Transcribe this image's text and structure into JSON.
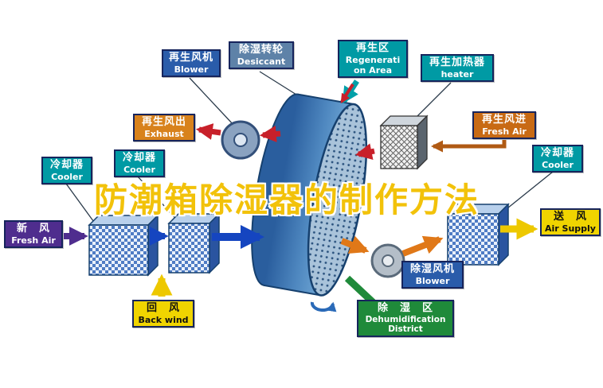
{
  "title": "防潮箱除湿器的制作方法",
  "labels": {
    "regen_blower": {
      "zh": "再生风机",
      "en": "Blower"
    },
    "desiccant": {
      "zh": "除湿转轮",
      "en": "Desiccant"
    },
    "regen_area": {
      "zh": "再生区",
      "en1": "Regenerati",
      "en2": "on Area"
    },
    "heater": {
      "zh": "再生加热器",
      "en": "heater"
    },
    "exhaust": {
      "zh": "再生风出",
      "en": "Exhaust"
    },
    "regen_fresh": {
      "zh": "再生风进",
      "en": "Fresh Air"
    },
    "cooler_left": {
      "zh": "冷却器",
      "en": "Cooler"
    },
    "cooler_mid": {
      "zh": "冷却器",
      "en": "Cooler"
    },
    "cooler_right": {
      "zh": "冷却器",
      "en": "Cooler"
    },
    "fresh_air": {
      "zh": "新　风",
      "en": "Fresh Air"
    },
    "air_supply": {
      "zh": "送　风",
      "en": "Air Supply"
    },
    "back_wind": {
      "zh": "回　风",
      "en": "Back wind"
    },
    "dehum_blower": {
      "zh": "除湿风机",
      "en": "Blower"
    },
    "dehum_area": {
      "zh": "除　湿　区",
      "en1": "Dehumidification",
      "en2": "District"
    }
  },
  "colors": {
    "label_blue": "#2a5caa",
    "label_slate": "#5e82a8",
    "label_teal": "#009aa4",
    "label_orange": "#d8821c",
    "label_purple": "#4f2d8e",
    "label_yellow": "#f0d400",
    "label_green": "#1f8a3a",
    "title_yellow": "#f2c20a",
    "arrow_red": "#c8202a",
    "arrow_blue": "#1545c0",
    "arrow_orange": "#e07818",
    "arrow_brown": "#b05a14",
    "arrow_yellow": "#edc800",
    "arrow_purple": "#4f2d8e",
    "arrow_teal": "#00a0a8",
    "wheel_blue": "#2a5e9e"
  }
}
